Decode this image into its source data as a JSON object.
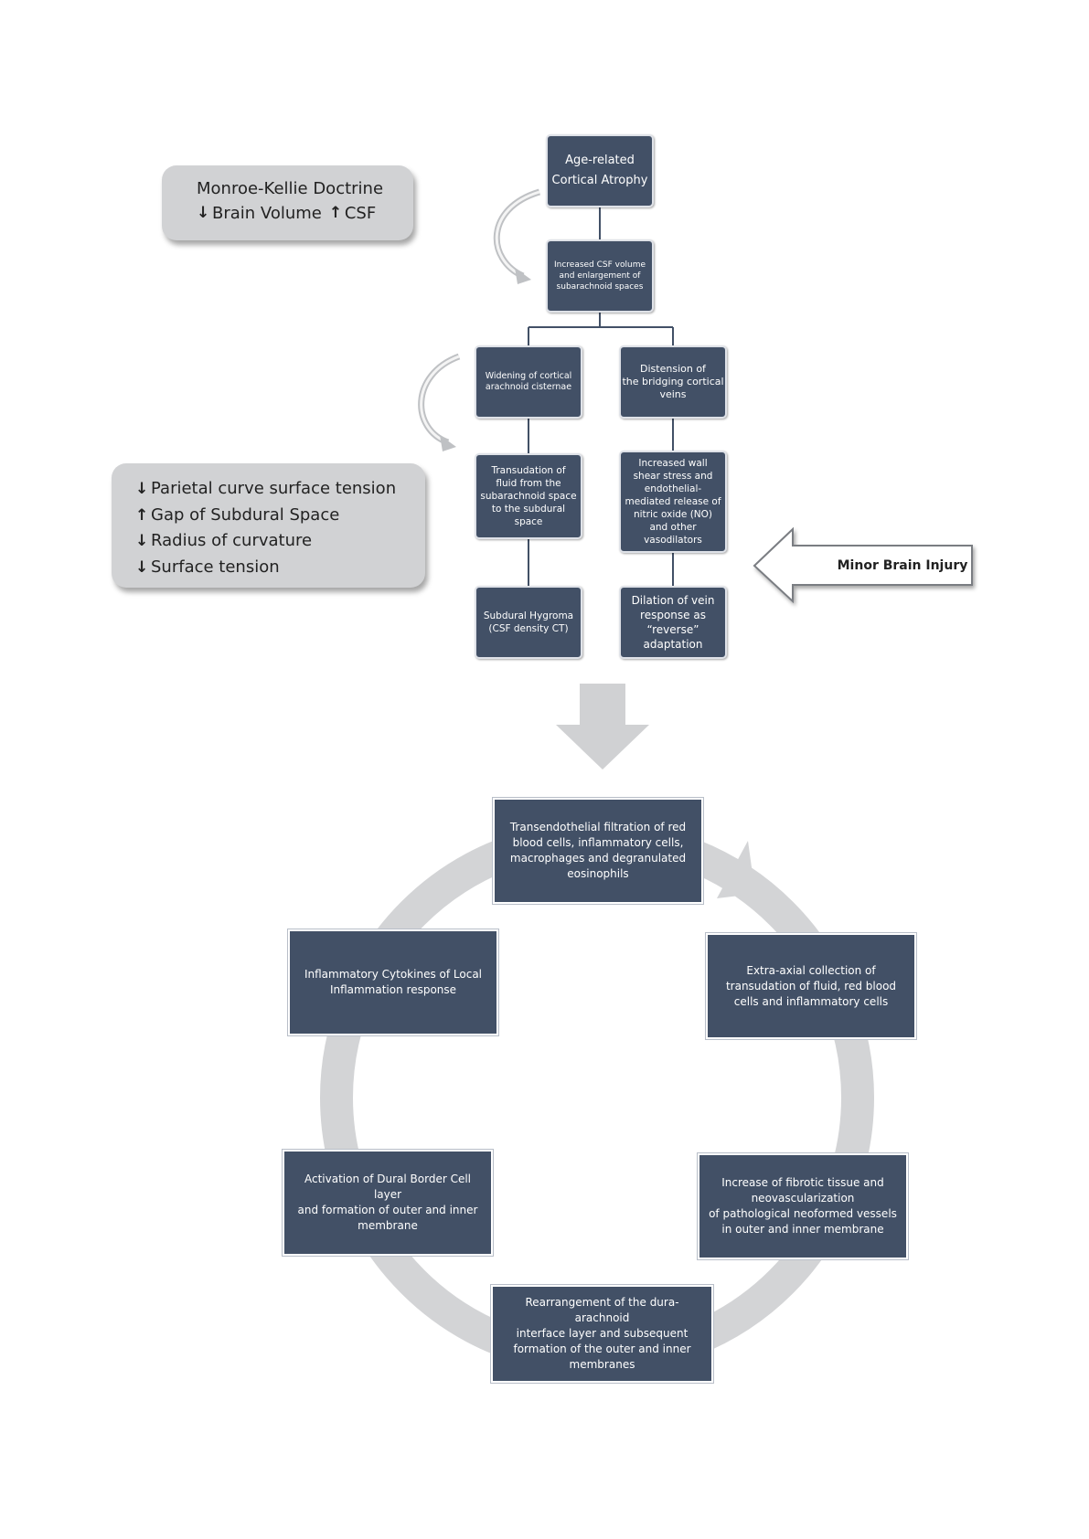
{
  "topFlow": {
    "ageRelated": "Age-related\nCortical Atrophy",
    "increasedCsf": "Increased CSF volume\nand enlargement of\nsubarachnoid spaces",
    "widening": "Widening of cortical\narachnoid cisternae",
    "distension": "Distension of\nthe bridging cortical\nveins",
    "transudation": "Transudation of\nfluid from the\nsubarachnoid space\nto the subdural\nspace",
    "shearStress": "Increased wall\nshear stress and\nendothelial-\nmediated release of\nnitric oxide (NO)\nand other\nvasodilators",
    "hygroma": "Subdural Hygroma\n(CSF density CT)",
    "dilation": "Dilation of vein\nresponse as\n“reverse”\nadaptation"
  },
  "monroeBox": {
    "title": "Monroe-Kellie Doctrine",
    "brainVolume": "Brain Volume",
    "csf": "CSF"
  },
  "tensionBox": [
    {
      "dir": "down",
      "text": "Parietal curve surface tension"
    },
    {
      "dir": "up",
      "text": "Gap of Subdural Space"
    },
    {
      "dir": "down",
      "text": "Radius of curvature"
    },
    {
      "dir": "down",
      "text": "Surface tension"
    }
  ],
  "minorBrainInjury": "Minor Brain Injury",
  "cycle": {
    "filtration": "Transendothelial filtration of red\nblood cells, inflammatory cells,\nmacrophages and degranulated\neosinophils",
    "extraAxial": "Extra-axial collection of\ntransudation of fluid, red blood\ncells and inflammatory cells",
    "fibrotic": "Increase of fibrotic tissue and\nneovascularization\nof pathological neoformed vessels\nin outer and inner membrane",
    "rearrangement": "Rearrangement of the dura-arachnoid\ninterface layer and subsequent\nformation of the outer and inner\nmembranes",
    "activation": "Activation of Dural Border Cell layer\nand formation of outer and inner\nmembrane",
    "cytokines": "Inflammatory Cytokines of Local\nInflammation response"
  },
  "colors": {
    "node": "#425066",
    "grayBox": "#d1d2d4",
    "cycleRing": "#d3d4d6",
    "connector": "#425066"
  }
}
